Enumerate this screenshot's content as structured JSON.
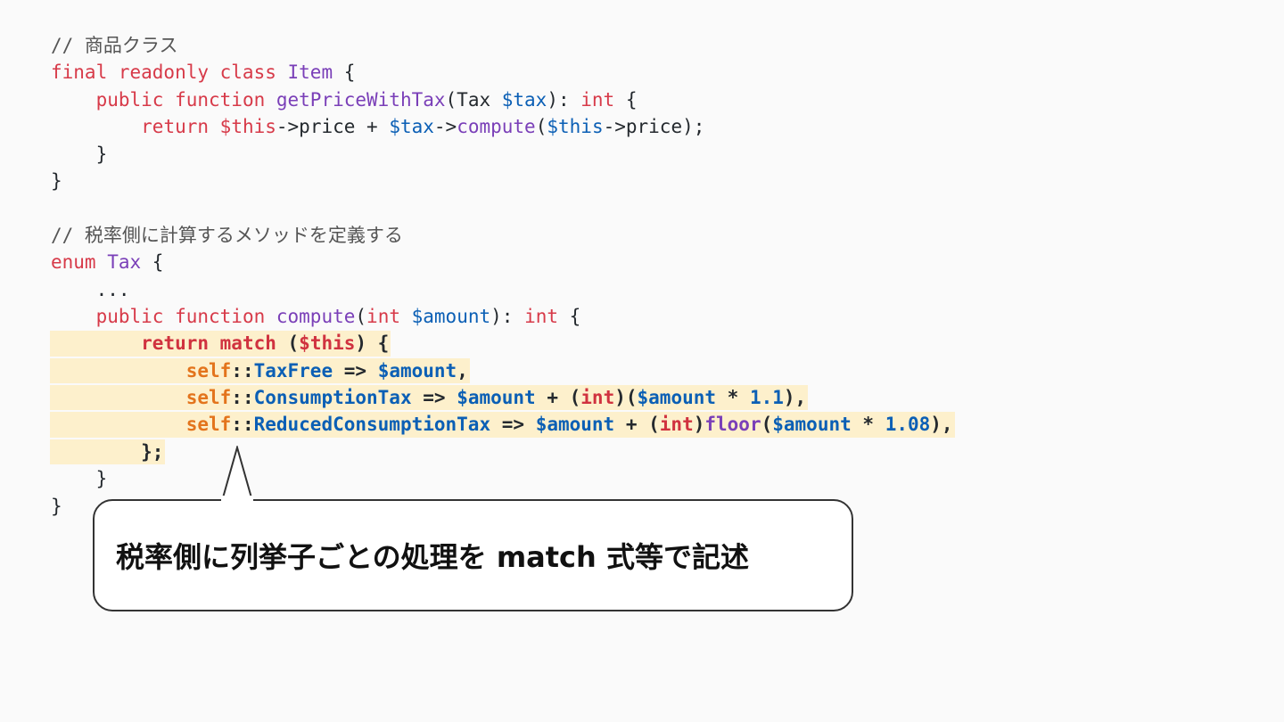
{
  "code_lines": [
    {
      "highlight": false,
      "tokens": [
        [
          "cm",
          "// 商品クラス"
        ]
      ]
    },
    {
      "highlight": false,
      "tokens": [
        [
          "kw",
          "final readonly class "
        ],
        [
          "ty",
          "Item"
        ],
        [
          "pu",
          " {"
        ]
      ]
    },
    {
      "highlight": false,
      "tokens": [
        [
          "pu",
          "    "
        ],
        [
          "kw",
          "public function "
        ],
        [
          "fn",
          "getPriceWithTax"
        ],
        [
          "pu",
          "(Tax "
        ],
        [
          "va",
          "$tax"
        ],
        [
          "pu",
          "): "
        ],
        [
          "kw",
          "int"
        ],
        [
          "pu",
          " {"
        ]
      ]
    },
    {
      "highlight": false,
      "tokens": [
        [
          "pu",
          "        "
        ],
        [
          "kw",
          "return "
        ],
        [
          "kw",
          "$this"
        ],
        [
          "pu",
          "->price + "
        ],
        [
          "va",
          "$tax"
        ],
        [
          "pu",
          "->"
        ],
        [
          "fn",
          "compute"
        ],
        [
          "pu",
          "("
        ],
        [
          "va",
          "$this"
        ],
        [
          "pu",
          "->price);"
        ]
      ]
    },
    {
      "highlight": false,
      "tokens": [
        [
          "pu",
          "    }"
        ]
      ]
    },
    {
      "highlight": false,
      "tokens": [
        [
          "pu",
          "}"
        ]
      ]
    },
    {
      "highlight": false,
      "tokens": [
        [
          "pu",
          ""
        ]
      ]
    },
    {
      "highlight": false,
      "tokens": [
        [
          "cm",
          "// 税率側に計算するメソッドを定義する"
        ]
      ]
    },
    {
      "highlight": false,
      "tokens": [
        [
          "kw",
          "enum "
        ],
        [
          "ty",
          "Tax"
        ],
        [
          "pu",
          " {"
        ]
      ]
    },
    {
      "highlight": false,
      "tokens": [
        [
          "pu",
          "    ..."
        ]
      ]
    },
    {
      "highlight": false,
      "tokens": [
        [
          "pu",
          "    "
        ],
        [
          "kw",
          "public function "
        ],
        [
          "fn",
          "compute"
        ],
        [
          "pu",
          "("
        ],
        [
          "kw",
          "int "
        ],
        [
          "va",
          "$amount"
        ],
        [
          "pu",
          "): "
        ],
        [
          "kw",
          "int"
        ],
        [
          "pu",
          " {"
        ]
      ]
    },
    {
      "highlight": true,
      "tokens": [
        [
          "pu",
          "        "
        ],
        [
          "kw",
          "return match"
        ],
        [
          "pu",
          " ("
        ],
        [
          "kw",
          "$this"
        ],
        [
          "pu",
          ") {"
        ]
      ]
    },
    {
      "highlight": true,
      "tokens": [
        [
          "pu",
          "            "
        ],
        [
          "sf",
          "self"
        ],
        [
          "pu",
          "::"
        ],
        [
          "va",
          "TaxFree"
        ],
        [
          "pu",
          " => "
        ],
        [
          "va",
          "$amount"
        ],
        [
          "pu",
          ","
        ]
      ]
    },
    {
      "highlight": true,
      "tokens": [
        [
          "pu",
          "            "
        ],
        [
          "sf",
          "self"
        ],
        [
          "pu",
          "::"
        ],
        [
          "va",
          "ConsumptionTax"
        ],
        [
          "pu",
          " => "
        ],
        [
          "va",
          "$amount"
        ],
        [
          "pu",
          " + ("
        ],
        [
          "ty",
          "int"
        ],
        [
          "pu",
          ")("
        ],
        [
          "va",
          "$amount"
        ],
        [
          "pu",
          " * "
        ],
        [
          "va",
          "1.1"
        ],
        [
          "pu",
          "),"
        ]
      ]
    },
    {
      "highlight": true,
      "tokens": [
        [
          "pu",
          "            "
        ],
        [
          "sf",
          "self"
        ],
        [
          "pu",
          "::"
        ],
        [
          "va",
          "ReducedConsumptionTax"
        ],
        [
          "pu",
          " => "
        ],
        [
          "va",
          "$amount"
        ],
        [
          "pu",
          " + ("
        ],
        [
          "ty",
          "int"
        ],
        [
          "pu",
          ")"
        ],
        [
          "fn",
          "floor"
        ],
        [
          "pu",
          "("
        ],
        [
          "va",
          "$amount"
        ],
        [
          "pu",
          " * "
        ],
        [
          "va",
          "1.08"
        ],
        [
          "pu",
          "),"
        ]
      ]
    },
    {
      "highlight": true,
      "tokens": [
        [
          "pu",
          "        };"
        ]
      ]
    },
    {
      "highlight": false,
      "tokens": [
        [
          "pu",
          "    }"
        ]
      ]
    },
    {
      "highlight": false,
      "tokens": [
        [
          "pu",
          "}"
        ]
      ]
    }
  ],
  "callout": {
    "text": "税率側に列挙子ごとの処理を match 式等で記述"
  }
}
